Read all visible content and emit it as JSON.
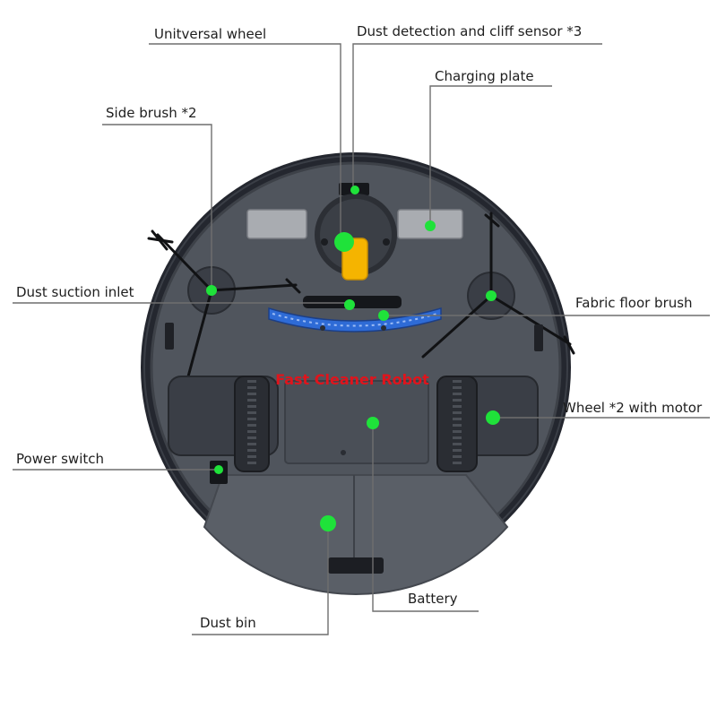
{
  "title": "Fast Cleaner Robot",
  "colors": {
    "title": "#e0141c",
    "marker": "#1fe23a",
    "body": "#50555d",
    "rim": "#24272f",
    "brush_trim": "#2e6bd6",
    "caster": "#f5b400"
  },
  "callouts": [
    {
      "id": "universal-wheel",
      "label": "Unitversal wheel"
    },
    {
      "id": "dust-sensor",
      "label": "Dust detection and cliff sensor *3"
    },
    {
      "id": "charging-plate",
      "label": "Charging plate"
    },
    {
      "id": "side-brush",
      "label": "Side brush *2"
    },
    {
      "id": "dust-suction-inlet",
      "label": "Dust suction inlet"
    },
    {
      "id": "fabric-floor-brush",
      "label": "Fabric floor brush"
    },
    {
      "id": "wheel-motor",
      "label": "Wheel *2 with motor"
    },
    {
      "id": "power-switch",
      "label": "Power switch"
    },
    {
      "id": "battery",
      "label": "Battery"
    },
    {
      "id": "dust-bin",
      "label": "Dust bin"
    }
  ]
}
